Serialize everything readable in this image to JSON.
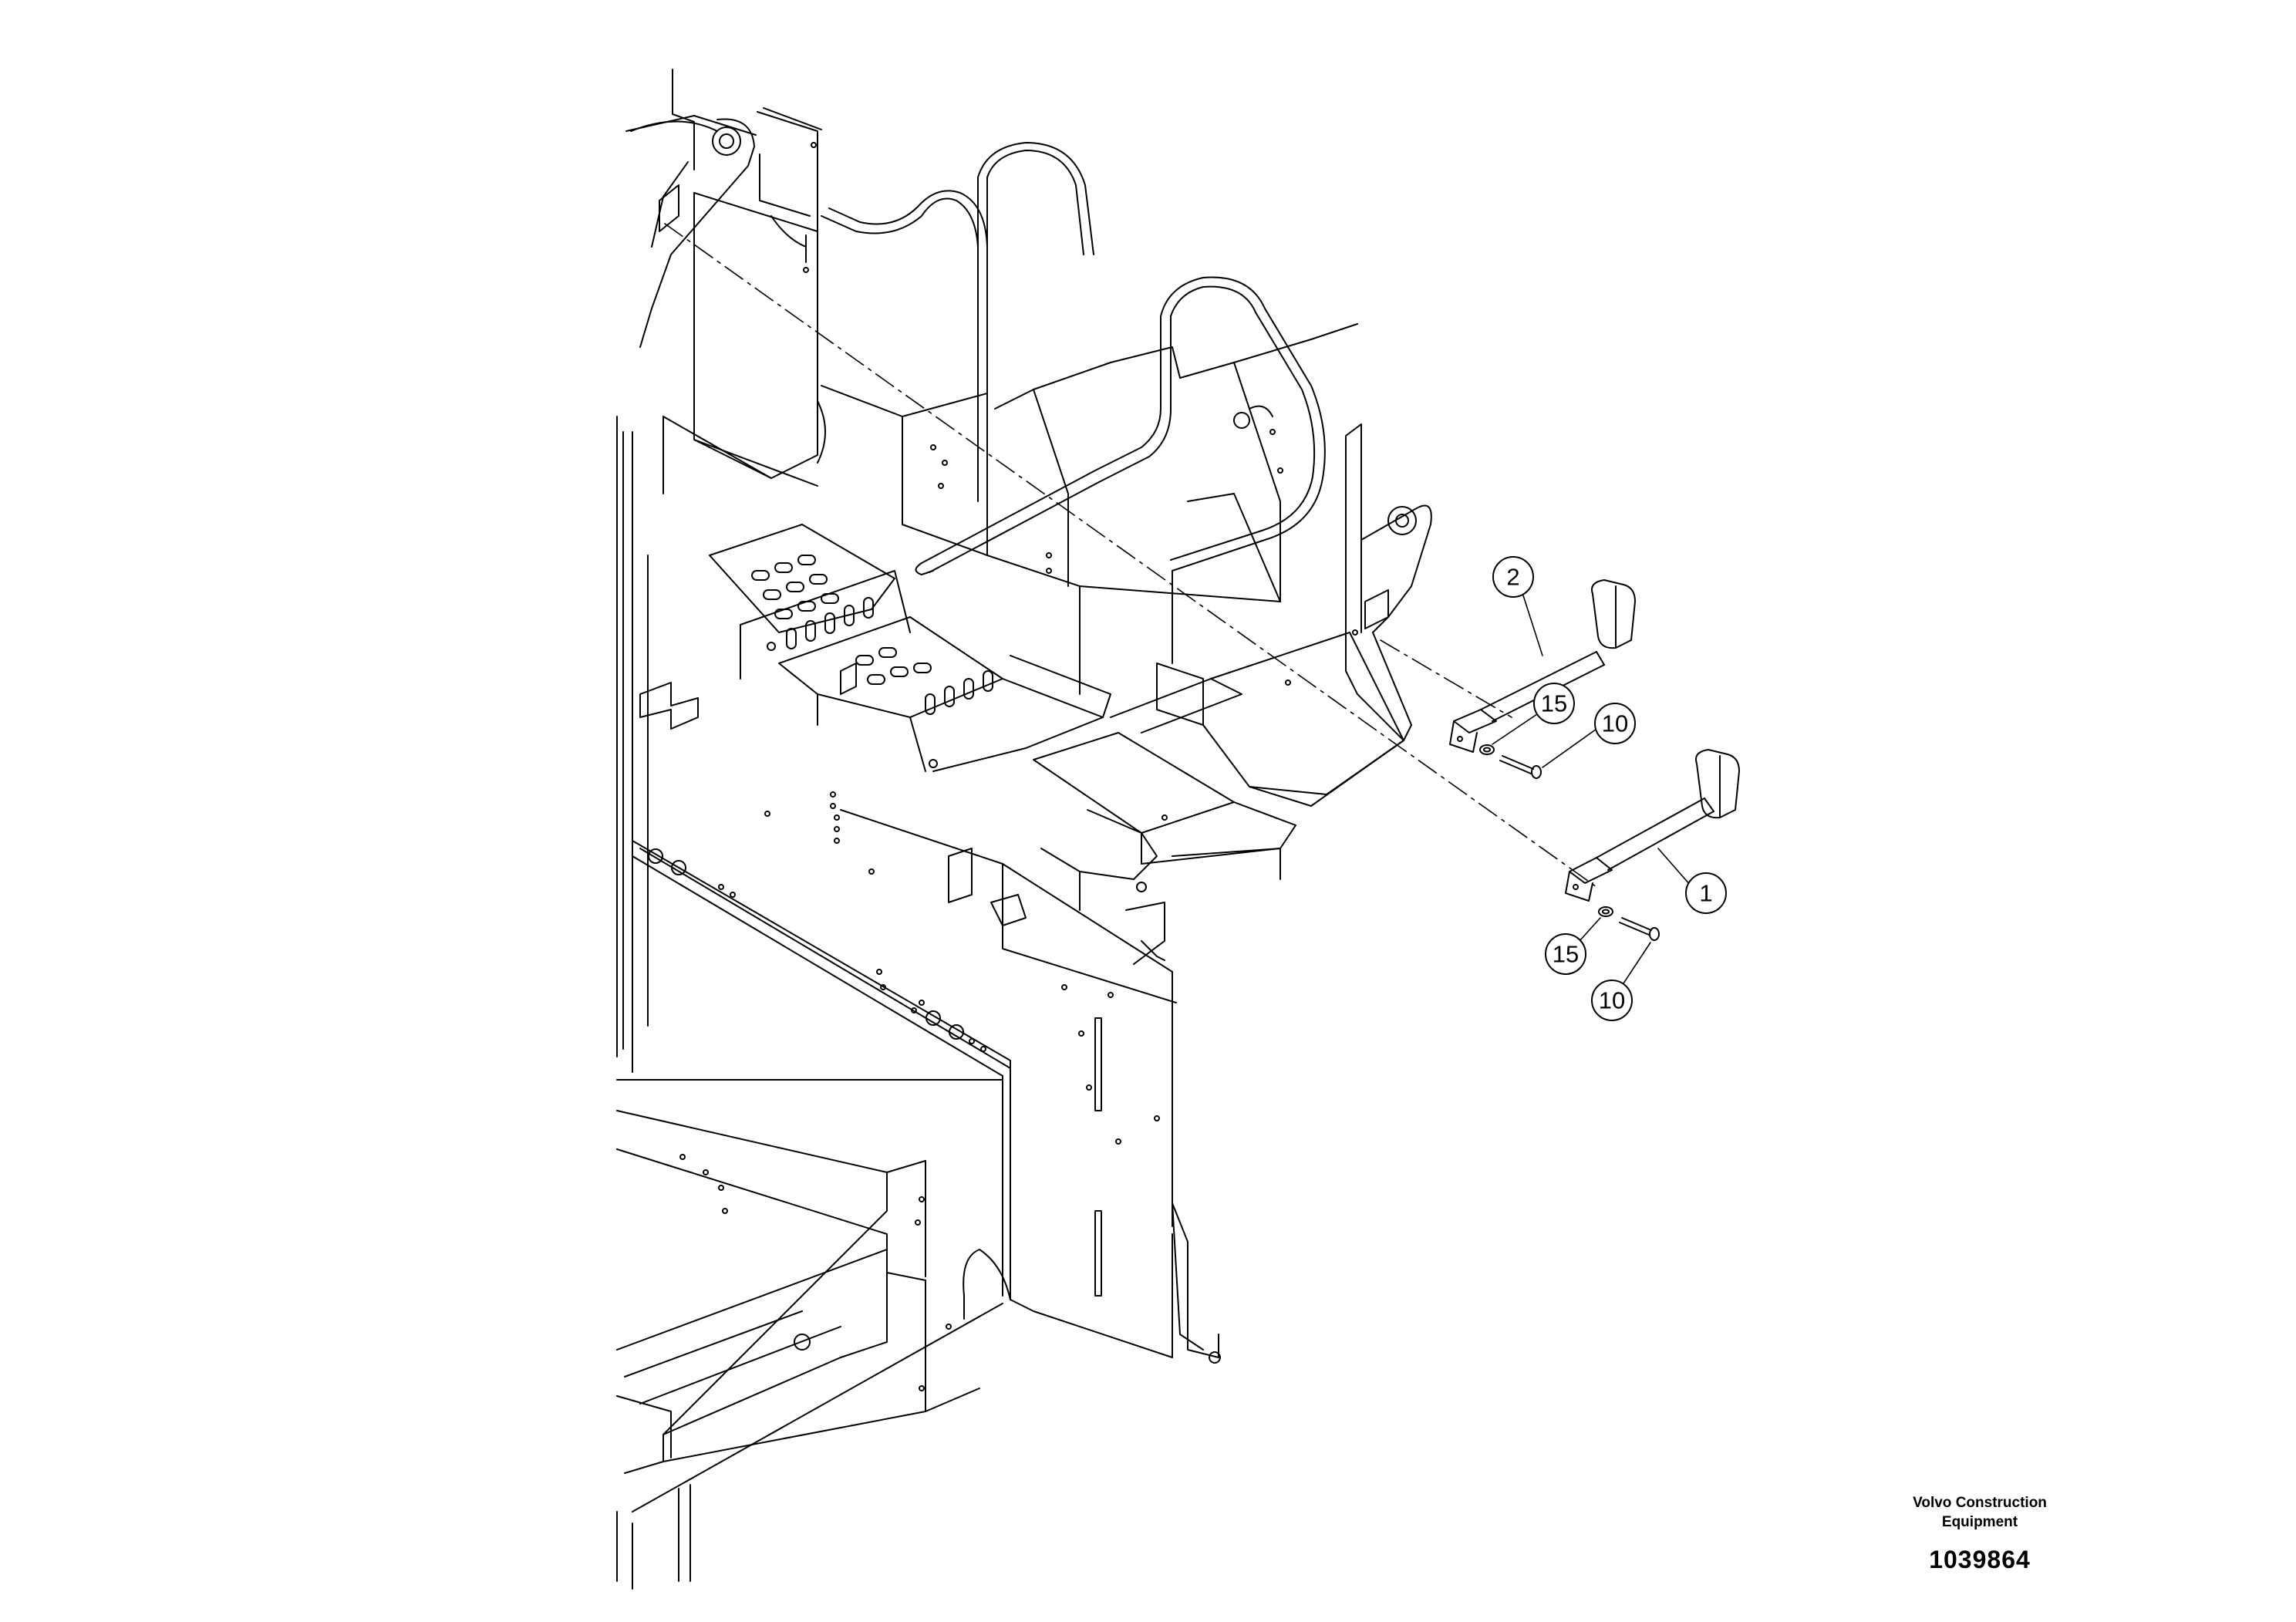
{
  "callouts": {
    "c1": "1",
    "c2": "2",
    "c15a": "15",
    "c15b": "15",
    "c10a": "10",
    "c10b": "10"
  },
  "footer": {
    "company_line1": "Volvo Construction",
    "company_line2": "Equipment",
    "document_number": "1039864"
  }
}
